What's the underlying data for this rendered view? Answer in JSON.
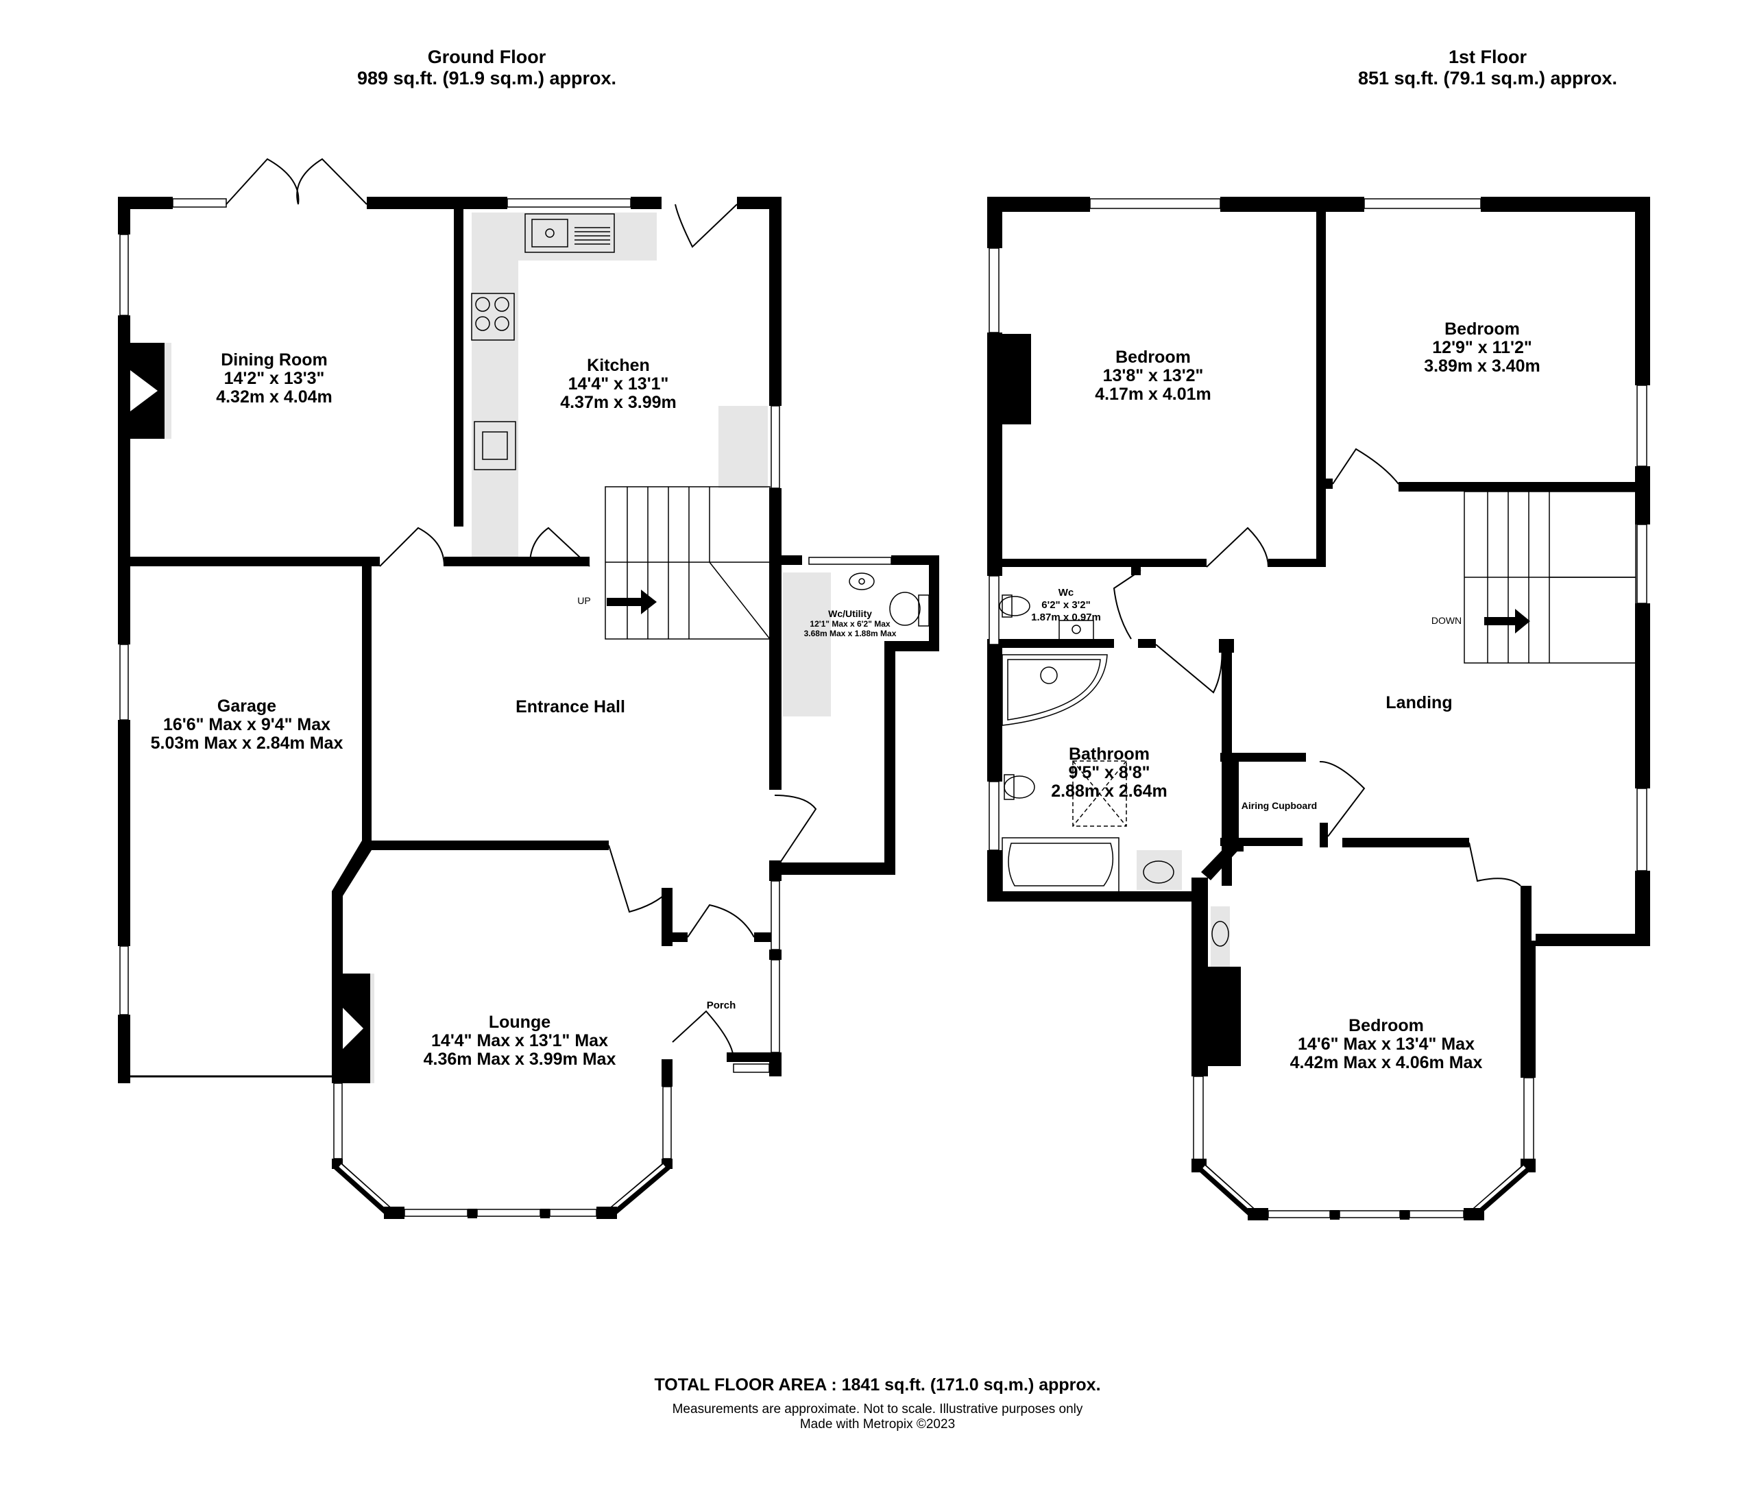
{
  "ground_floor": {
    "title": "Ground Floor",
    "area": "989 sq.ft. (91.9 sq.m.) approx.",
    "rooms": {
      "dining": {
        "name": "Dining Room",
        "imperial": "14'2\"  x 13'3\"",
        "metric": "4.32m  x 4.04m"
      },
      "kitchen": {
        "name": "Kitchen",
        "imperial": "14'4\"  x 13'1\"",
        "metric": "4.37m  x 3.99m"
      },
      "garage": {
        "name": "Garage",
        "imperial": "16'6\" Max x 9'4\" Max",
        "metric": "5.03m Max x 2.84m Max"
      },
      "hall": {
        "name": "Entrance Hall"
      },
      "utility": {
        "name": "Wc/Utility",
        "imperial": "12'1\" Max x 6'2\" Max",
        "metric": "3.68m Max x 1.88m Max"
      },
      "lounge": {
        "name": "Lounge",
        "imperial": "14'4\" Max x 13'1\" Max",
        "metric": "4.36m Max x 3.99m Max"
      },
      "porch": {
        "name": "Porch"
      }
    },
    "stairs_label": "UP"
  },
  "first_floor": {
    "title": "1st Floor",
    "area": "851 sq.ft. (79.1 sq.m.) approx.",
    "rooms": {
      "bedroom1": {
        "name": "Bedroom",
        "imperial": "13'8\"  x 13'2\"",
        "metric": "4.17m  x 4.01m"
      },
      "bedroom2": {
        "name": "Bedroom",
        "imperial": "12'9\"  x 11'2\"",
        "metric": "3.89m  x 3.40m"
      },
      "wc": {
        "name": "Wc",
        "imperial": "6'2\"  x 3'2\"",
        "metric": "1.87m  x 0.97m"
      },
      "bathroom": {
        "name": "Bathroom",
        "imperial": "9'5\"  x 8'8\"",
        "metric": "2.88m  x 2.64m"
      },
      "landing": {
        "name": "Landing"
      },
      "airing": {
        "name": "Airing Cupboard"
      },
      "bedroom3": {
        "name": "Bedroom",
        "imperial": "14'6\" Max x 13'4\" Max",
        "metric": "4.42m Max x 4.06m Max"
      }
    },
    "stairs_label": "DOWN"
  },
  "footer": {
    "total": "TOTAL FLOOR AREA : 1841 sq.ft. (171.0 sq.m.) approx.",
    "note": "Measurements are approximate.  Not to scale.  Illustrative purposes only",
    "credit": "Made with Metropix ©2023"
  },
  "colors": {
    "wall": "#000000",
    "fixture": "#e6e6e6",
    "background": "#ffffff"
  }
}
